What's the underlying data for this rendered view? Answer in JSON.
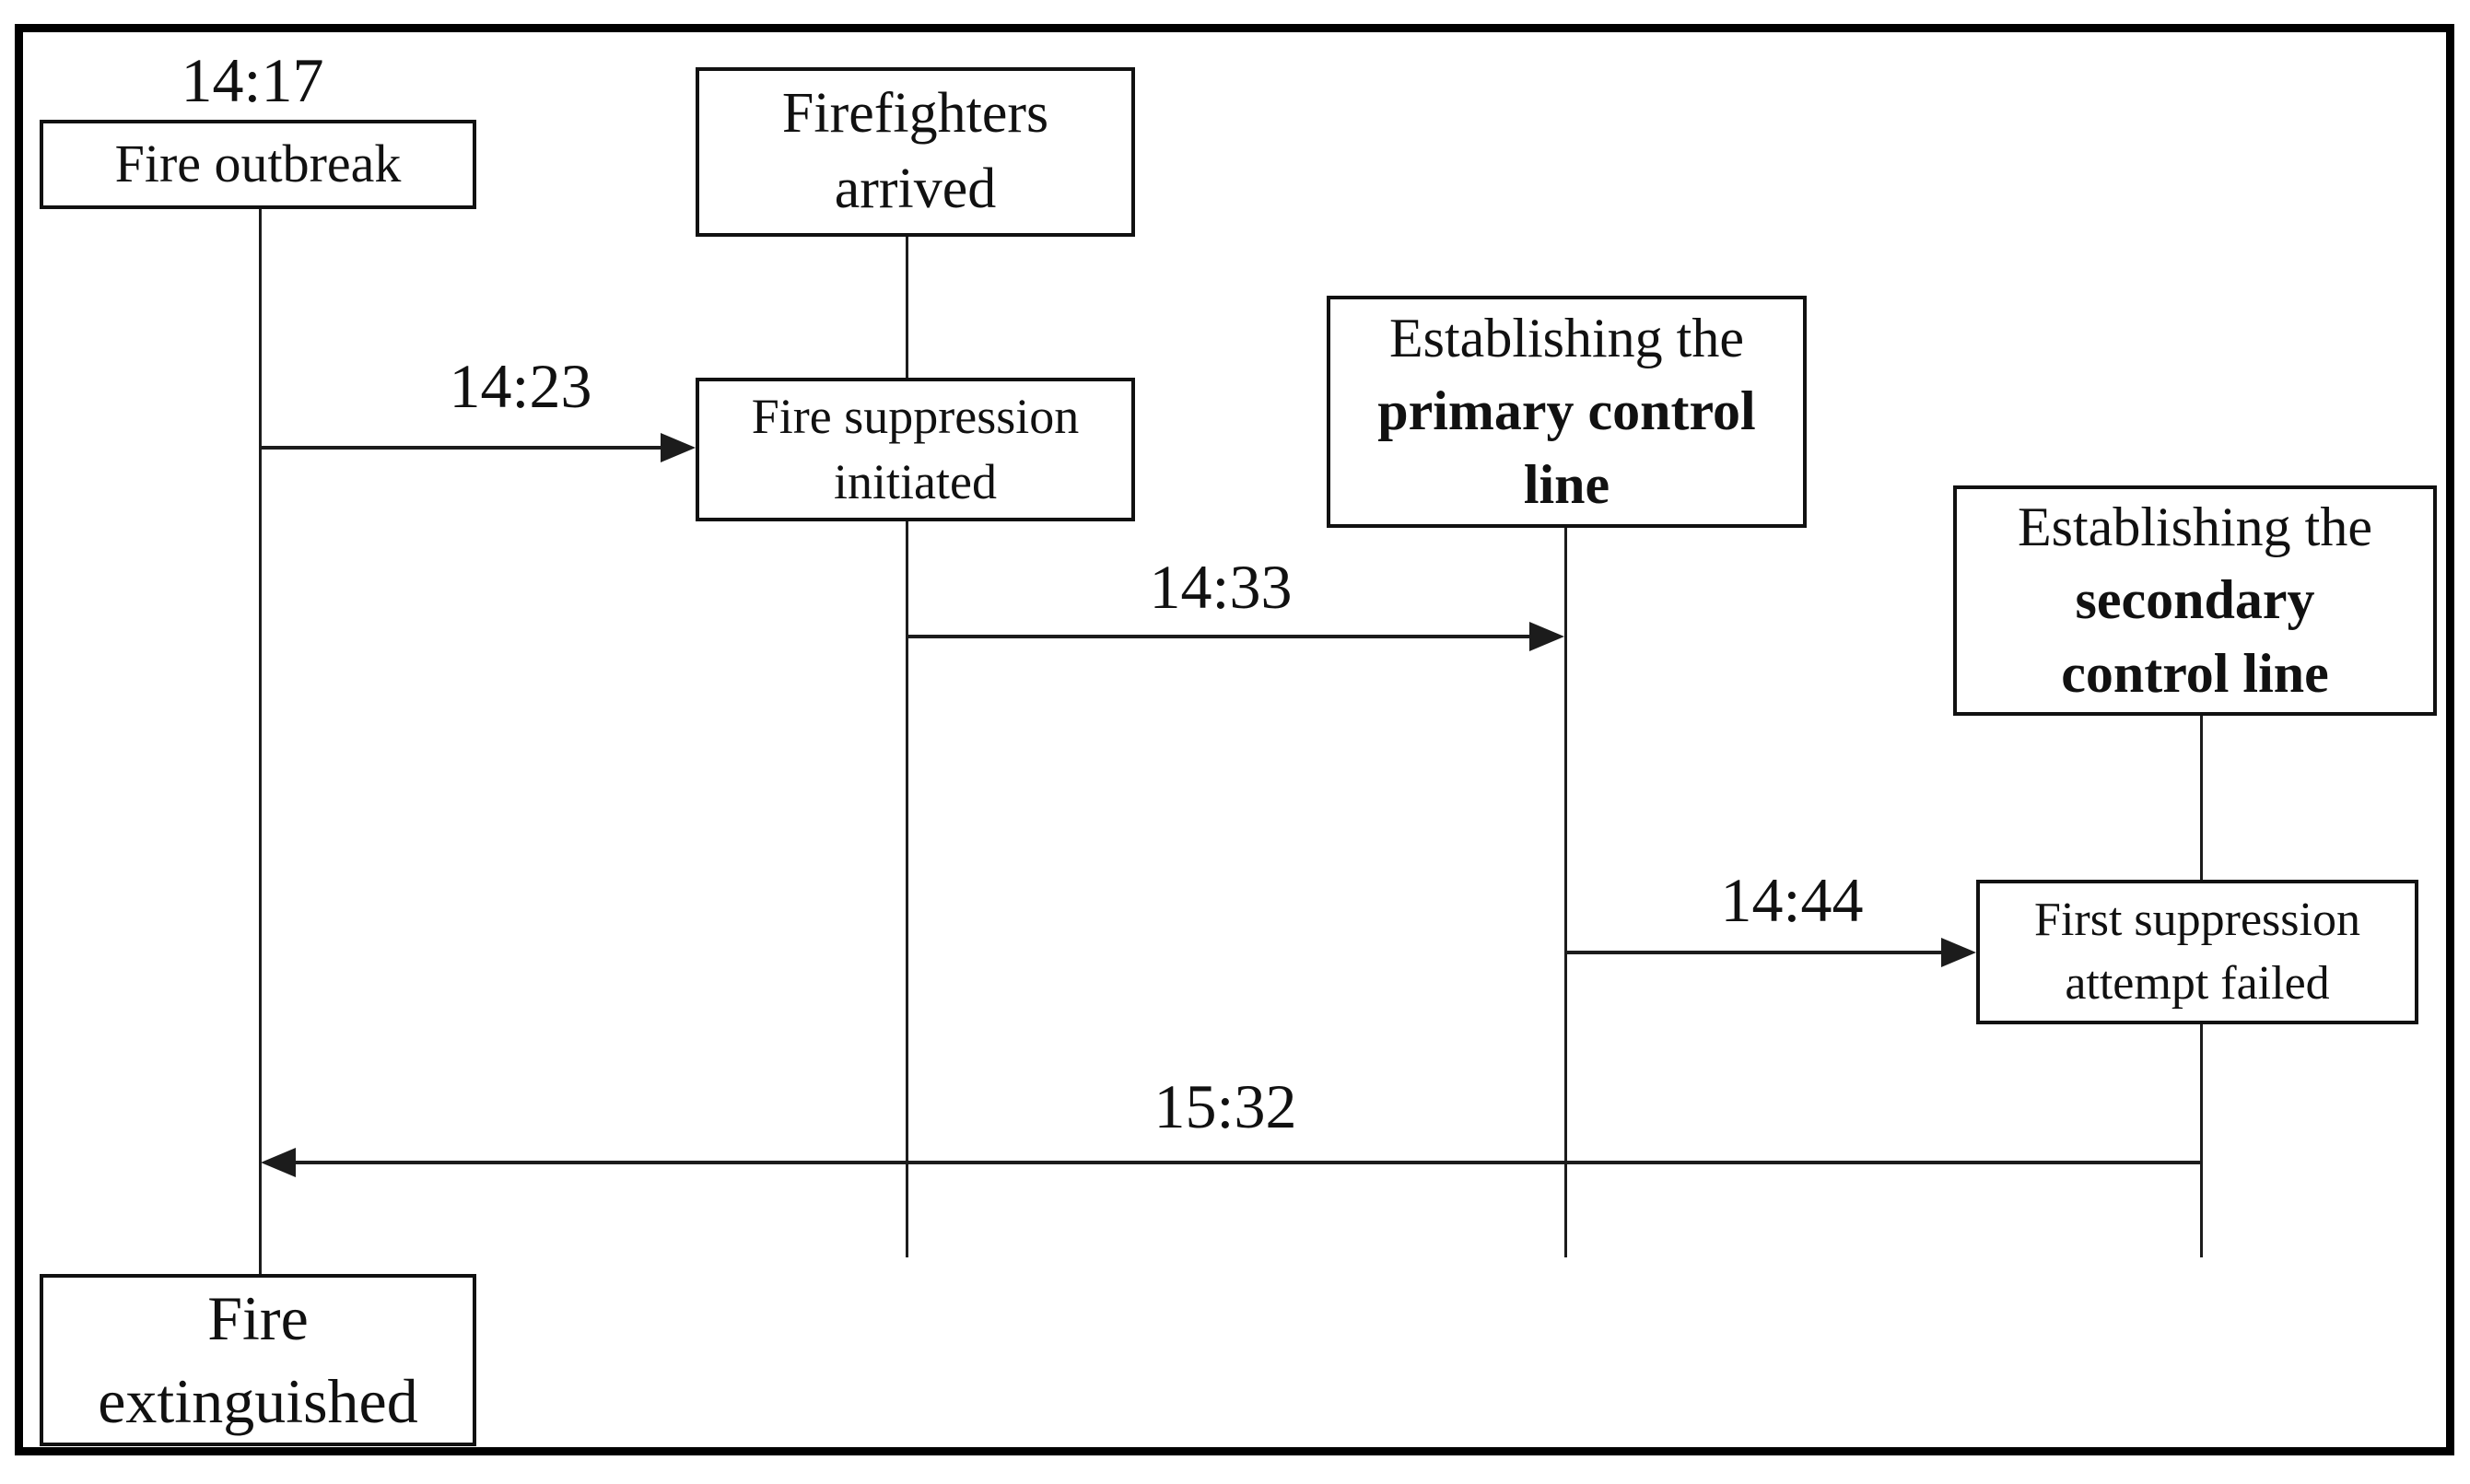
{
  "colors": {
    "ink": "#1c1c1c",
    "box_border": "#111111",
    "frame": "#000000",
    "background": "#ffffff"
  },
  "diagram": {
    "type": "timeline-sequence",
    "boxes": {
      "fire_outbreak": {
        "label": "Fire outbreak"
      },
      "firefighters_arrived": {
        "line1": "Firefighters",
        "line2": "arrived"
      },
      "fire_suppression_initiated": {
        "line1": "Fire suppression",
        "line2": "initiated"
      },
      "establishing_primary": {
        "line1": "Establishing the",
        "line2": "primary control",
        "line3": "line"
      },
      "establishing_secondary": {
        "line1": "Establishing the",
        "line2": "secondary",
        "line3": "control line"
      },
      "first_attempt_failed": {
        "line1": "First suppression",
        "line2": "attempt failed"
      },
      "fire_extinguished": {
        "line1": "Fire",
        "line2": "extinguished"
      }
    },
    "times": {
      "fire_outbreak": "14:17",
      "suppression_initiated": "14:23",
      "primary_control_line": "14:33",
      "first_attempt_failed": "14:44",
      "fire_extinguished": "15:32"
    },
    "events": [
      {
        "time": "14:17",
        "event": "Fire outbreak"
      },
      {
        "time": "14:23",
        "event": "Fire suppression initiated"
      },
      {
        "time": "14:33",
        "event": "Establishing the primary control line"
      },
      {
        "time": "14:44",
        "event": "First suppression attempt failed; establishing the secondary control line"
      },
      {
        "time": "15:32",
        "event": "Fire extinguished"
      }
    ]
  }
}
